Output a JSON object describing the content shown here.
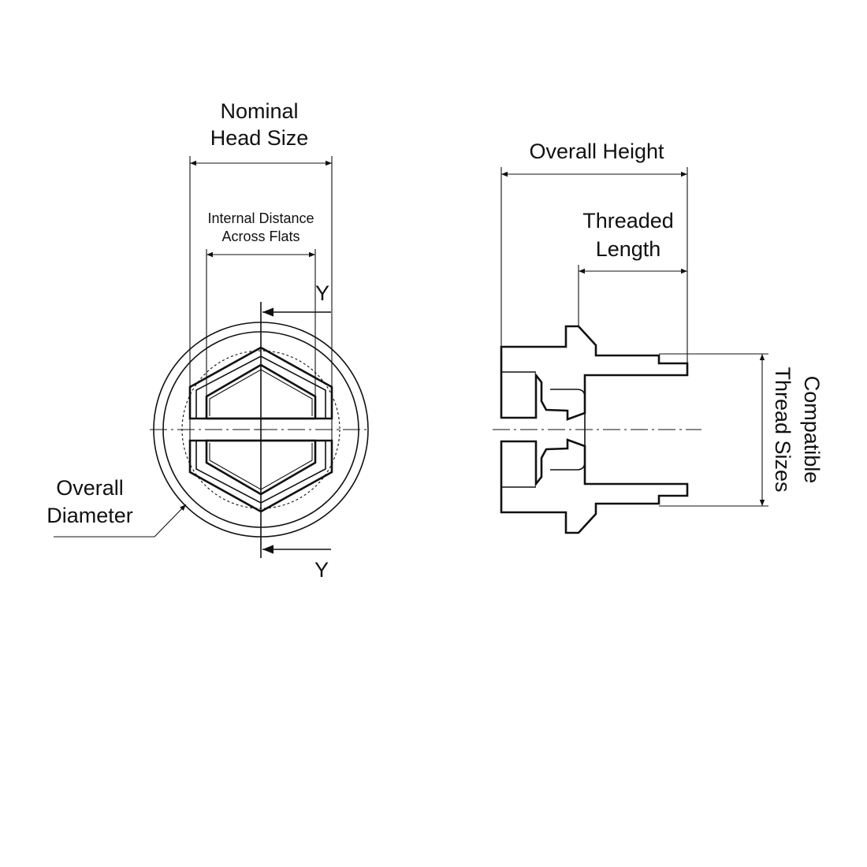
{
  "front_view": {
    "nominal_head_size": [
      "Nominal",
      "Head Size"
    ],
    "internal_across_flats": [
      "Internal Distance",
      "Across Flats"
    ],
    "overall_diameter": [
      "Overall",
      "Diameter"
    ],
    "section_marker": "Y"
  },
  "side_view": {
    "overall_height": "Overall Height",
    "threaded_length": [
      "Threaded",
      "Length"
    ],
    "compatible_thread_sizes": [
      "Compatible",
      "Thread Sizes"
    ]
  },
  "colors": {
    "line": "#111111",
    "background": "#ffffff"
  }
}
